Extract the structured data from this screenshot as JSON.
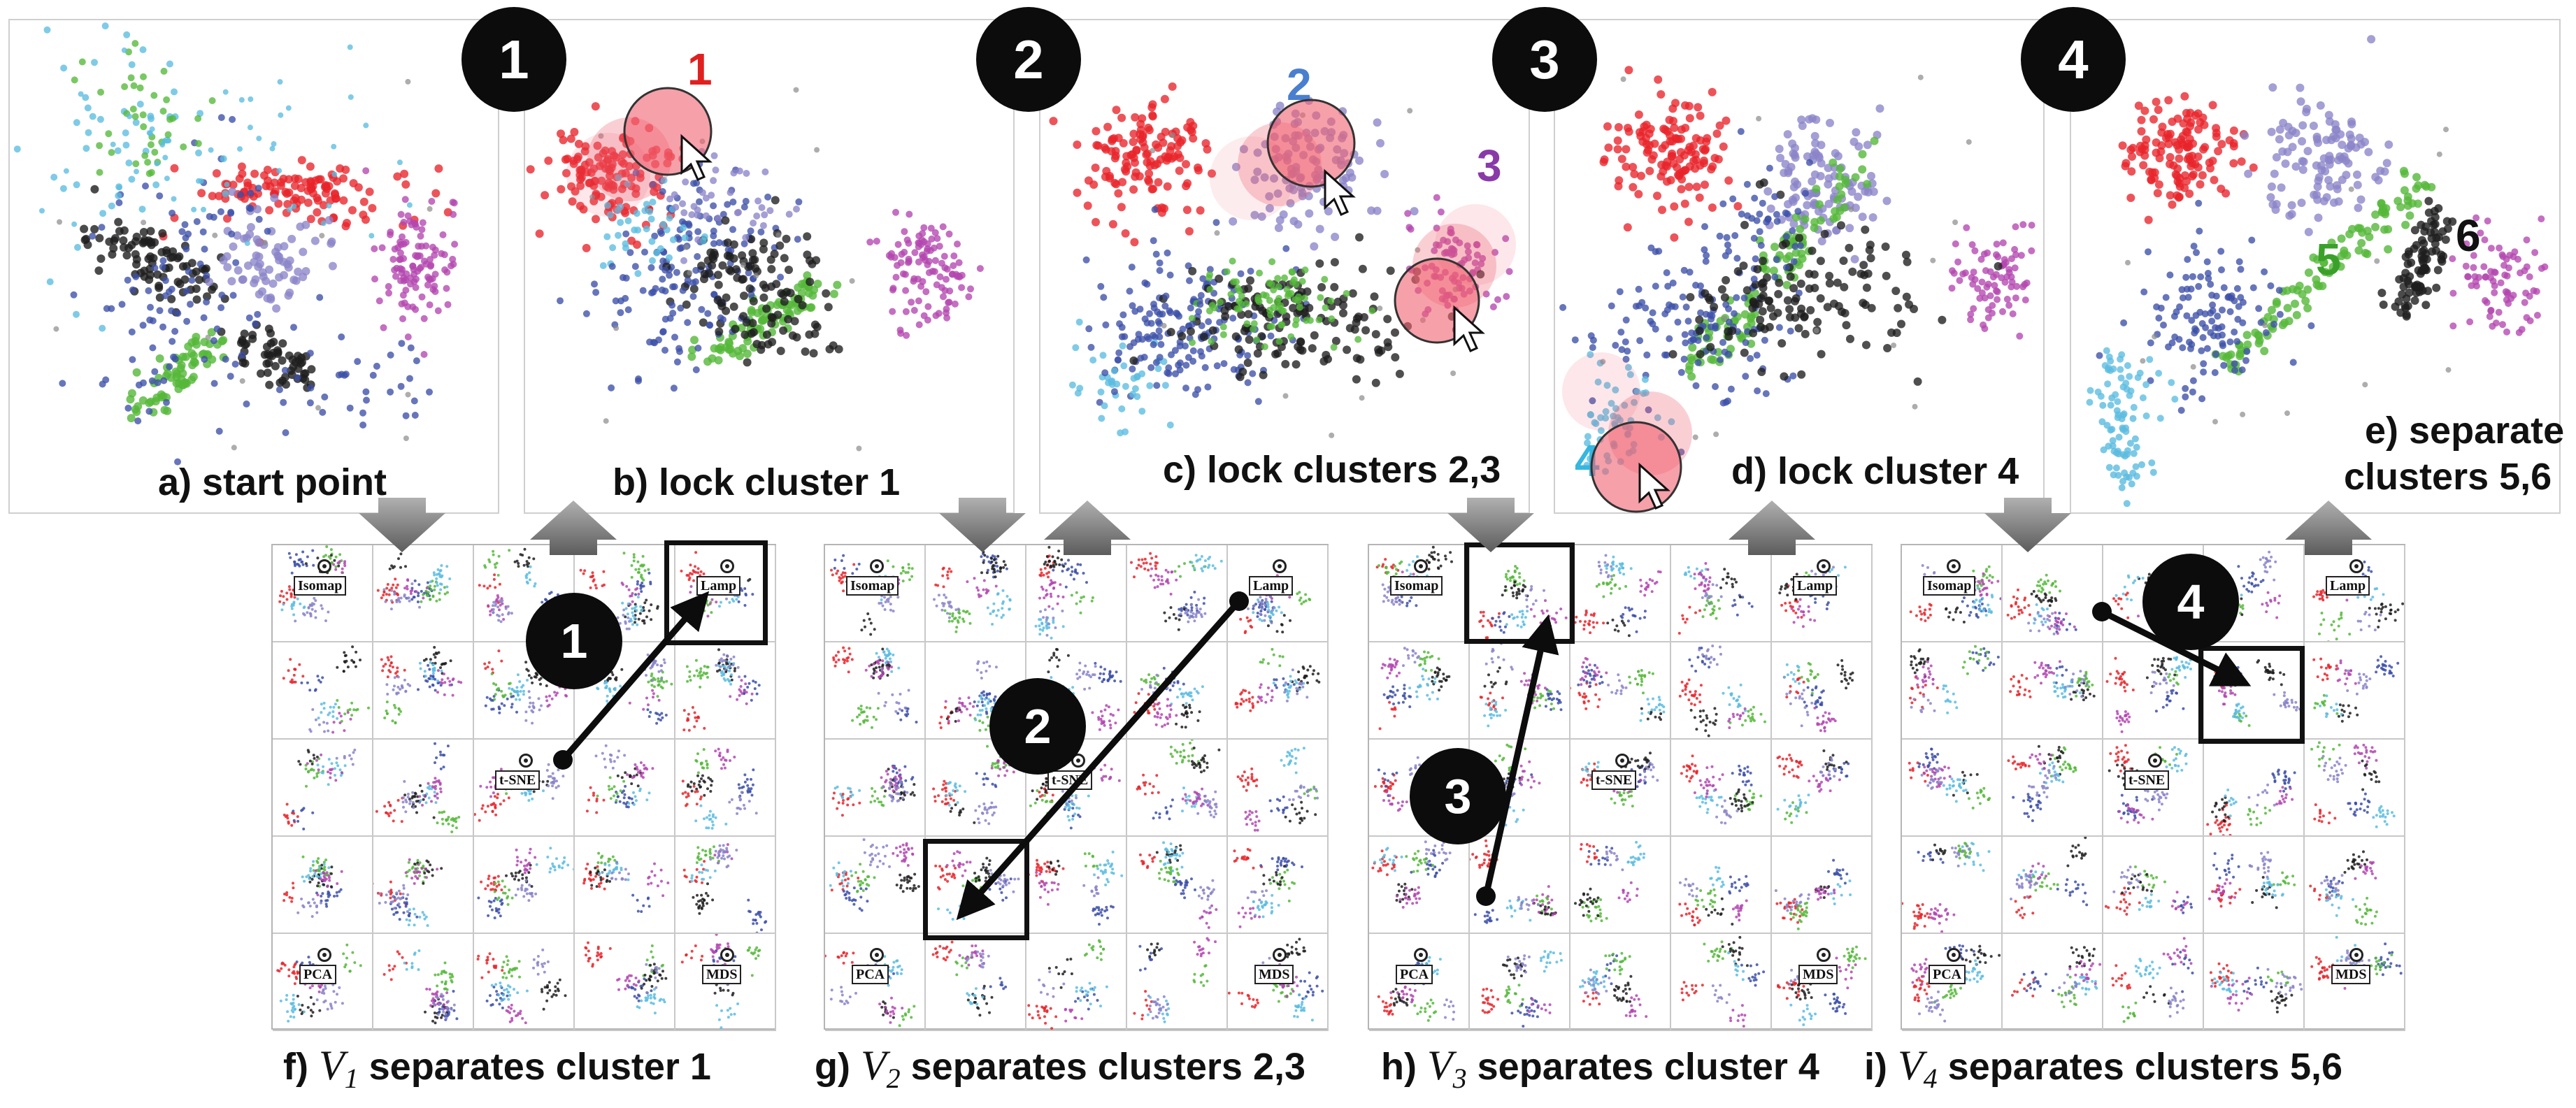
{
  "steps": [
    "1",
    "2",
    "3",
    "4"
  ],
  "top_panels": [
    {
      "id": "a",
      "caption": "a) start point"
    },
    {
      "id": "b",
      "caption": "b) lock cluster 1"
    },
    {
      "id": "c",
      "caption": "c) lock clusters 2,3"
    },
    {
      "id": "d",
      "caption": "d) lock cluster 4"
    },
    {
      "id": "e",
      "caption_line1": "e) separate",
      "caption_line2": "clusters 5,6"
    }
  ],
  "cluster_labels": {
    "c1": {
      "text": "1",
      "color": "#e02020"
    },
    "c2": {
      "text": "2",
      "color": "#4a7fd0"
    },
    "c3": {
      "text": "3",
      "color": "#8a3aa8"
    },
    "c4": {
      "text": "4",
      "color": "#36b6e0"
    },
    "c5": {
      "text": "5",
      "color": "#3aa02a"
    },
    "c6": {
      "text": "6",
      "color": "#111111"
    }
  },
  "grid_labels": {
    "isomap": "Isomap",
    "lamp": "Lamp",
    "tsne": "t-SNE",
    "pca": "PCA",
    "mds": "MDS"
  },
  "captions": [
    {
      "prefix": "f) ",
      "v": "V",
      "sub": "1",
      "text": " separates cluster 1"
    },
    {
      "prefix": "g) ",
      "v": "V",
      "sub": "2",
      "text": " separates clusters 2,3"
    },
    {
      "prefix": "h) ",
      "v": "V",
      "sub": "3",
      "text": " separates cluster 4"
    },
    {
      "prefix": "i) ",
      "v": "V",
      "sub": "4",
      "text": " separates clusters 5,6"
    }
  ],
  "colors": {
    "red": "#e8242a",
    "blue": "#3c4fa8",
    "lightblue": "#5bbce0",
    "purple": "#b347b0",
    "green": "#55b83a",
    "black": "#1e1e1e",
    "gray": "#8a8a8a",
    "lavender": "#8a84c8"
  }
}
